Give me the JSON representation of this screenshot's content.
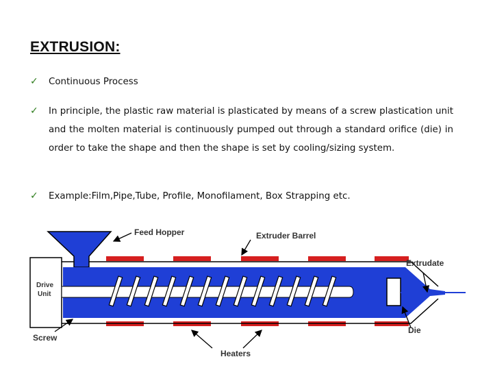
{
  "slide": {
    "title": "EXTRUSION:",
    "bullets": [
      "Continuous Process",
      "In principle, the plastic raw material is plasticated by means of a screw plastication unit and the molten material is continuously pumped out through a standard orifice (die) in order to take the shape and then the shape is set by cooling/sizing system.",
      "Example:Film,Pipe,Tube, Profile, Monofilament, Box Strapping etc."
    ],
    "bullet_icon": "checkmark-icon"
  },
  "diagram": {
    "labels": {
      "feed_hopper": "Feed Hopper",
      "extruder_barrel": "Extruder Barrel",
      "extrudate": "Extrudate",
      "drive_line1": "Drive",
      "drive_line2": "Unit",
      "screw": "Screw",
      "die": "Die",
      "heaters": "Heaters"
    },
    "colors": {
      "melt": "#1f3fd6",
      "heater": "#d61f1f",
      "outline": "#000000"
    }
  }
}
